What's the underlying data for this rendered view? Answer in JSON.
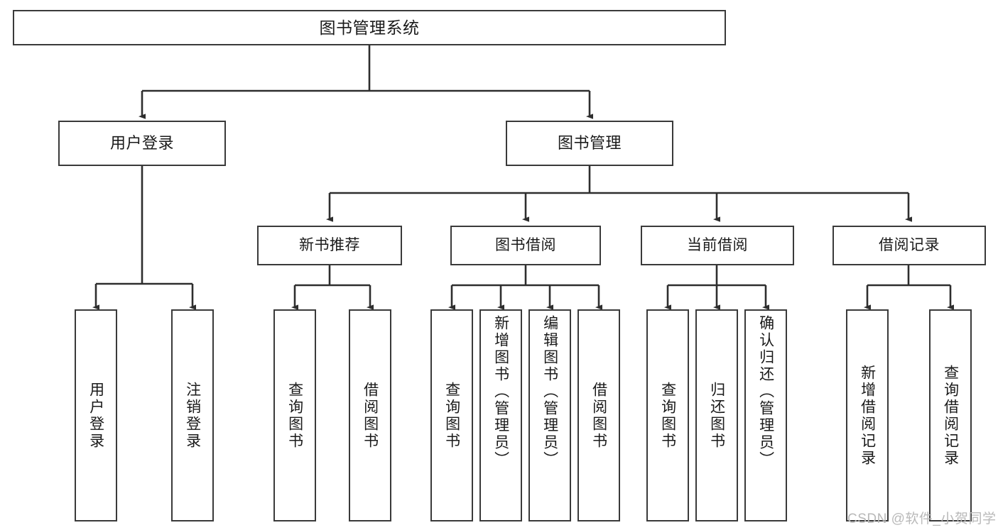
{
  "diagram": {
    "title_node": {
      "label": "图书管理系统"
    },
    "level2": [
      {
        "id": "user-login",
        "label": "用户登录"
      },
      {
        "id": "book-management",
        "label": "图书管理"
      }
    ],
    "level3": [
      {
        "id": "new-book-recommend",
        "label": "新书推荐"
      },
      {
        "id": "book-borrow",
        "label": "图书借阅"
      },
      {
        "id": "current-borrow",
        "label": "当前借阅"
      },
      {
        "id": "borrow-record",
        "label": "借阅记录"
      }
    ],
    "leaves": [
      {
        "id": "leaf-user-login",
        "label": "用户登录",
        "centered": true
      },
      {
        "id": "leaf-logout-login",
        "label": "注销登录",
        "centered": true
      },
      {
        "id": "leaf-query-book-1",
        "label": "查询图书",
        "centered": true
      },
      {
        "id": "leaf-borrow-book-1",
        "label": "借阅图书",
        "centered": true
      },
      {
        "id": "leaf-query-book-2",
        "label": "查询图书",
        "centered": true
      },
      {
        "id": "leaf-add-book-admin",
        "label": "新增图书（管理员）",
        "centered": false
      },
      {
        "id": "leaf-edit-book-admin",
        "label": "编辑图书（管理员）",
        "centered": false
      },
      {
        "id": "leaf-borrow-book-2",
        "label": "借阅图书",
        "centered": true
      },
      {
        "id": "leaf-query-book-3",
        "label": "查询图书",
        "centered": true
      },
      {
        "id": "leaf-return-book",
        "label": "归还图书",
        "centered": true
      },
      {
        "id": "leaf-confirm-return-admin",
        "label": "确认归还（管理员）",
        "centered": false
      },
      {
        "id": "leaf-add-borrow-record",
        "label": "新增借阅记录",
        "centered": true
      },
      {
        "id": "leaf-query-borrow-record",
        "label": "查询借阅记录",
        "centered": true
      }
    ],
    "watermark": "CSDN @软件_小贺同学",
    "colors": {
      "border": "#3a3a3a",
      "background": "#ffffff",
      "text": "#1a1a1a",
      "watermark": "#b9b9b9"
    }
  }
}
